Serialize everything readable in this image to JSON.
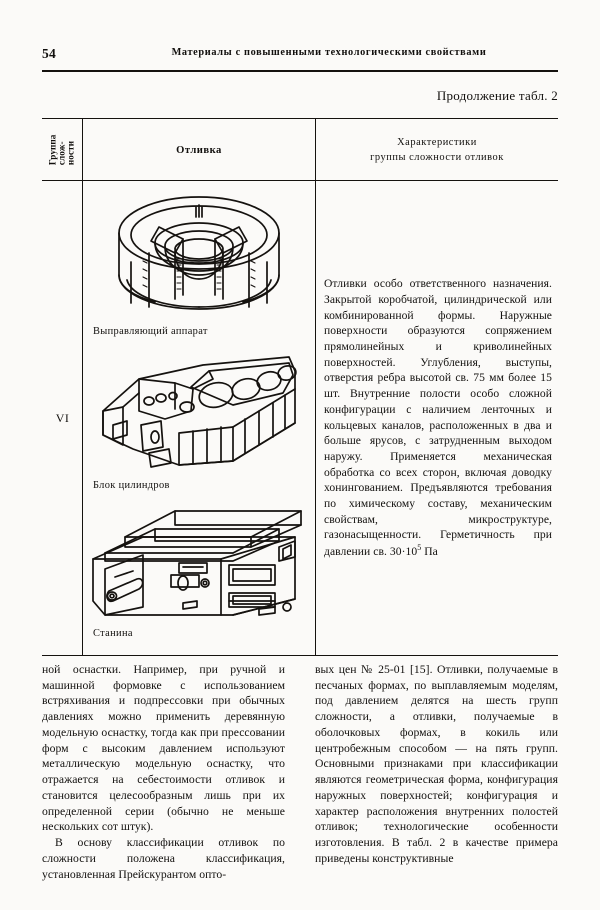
{
  "page": {
    "folio": "54",
    "running_title": "Материалы с повышенными технологическими свойствами",
    "continuation": "Продолжение табл. 2"
  },
  "table": {
    "headers": {
      "group_lines": [
        "Группа",
        "слож-",
        "ности"
      ],
      "casting": "Отливка",
      "characteristics_line1": "Характеристики",
      "characteristics_line2": "группы сложности отливок"
    },
    "row": {
      "group": "VI",
      "figures": [
        {
          "caption": "Выправляющий аппарат",
          "icon": "ring-casting-with-radial-vanes-drawing"
        },
        {
          "caption": "Блок цилиндров",
          "icon": "v-engine-cylinder-block-drawing"
        },
        {
          "caption": "Станина",
          "icon": "machine-tool-bed-drawing"
        }
      ],
      "description": "Отливки особо ответственного назначения. Закрытой коробчатой, цилиндрической или комбинированной формы. Наружные поверхности образуются сопряжением прямолинейных и криволинейных поверхностей. Углубления, выступы, отверстия ребра высотой св. 75 мм более 15 шт. Внутренние полости особо сложной конфигурации с наличием ленточных и кольцевых каналов, расположенных в два и больше ярусов, с затрудненным выходом наружу. Применяется механическая обработка со всех сторон, включая доводку хонингованием. Предъявляются требования по химическому составу, механическим свойствам, микроструктуре, газонасыщенности. Герметичность при давлении св. 30·10",
      "description_sup": "5",
      "description_tail": " Па"
    }
  },
  "body": {
    "left_column": [
      "ной оснастки. Например, при ручной и машинной формовке с использованием встряхивания и подпрессовки при обычных давлениях можно применить деревянную модельную оснастку, тогда как при прессовании форм с высоким давлением используют металлическую модельную оснастку, что отражается на себестоимости отливок и становится целесообразным лишь при их определенной серии (обычно не меньше нескольких сот штук).",
      "В основу классификации отливок по сложности положена классификация, установленная Прейскурантом опто-"
    ],
    "right_column": [
      "вых цен № 25-01 [15]. Отливки, получаемые в песчаных формах, по выплавляемым моделям, под давлением делятся на шесть групп сложности, а отливки, получаемые в оболочковых формах, в кокиль или центробежным способом — на пять групп. Основными признаками при классификации являются геометрическая форма, конфигурация наружных поверхностей; конфигурация и характер расположения внутренних полостей отливок; технологические особенности изготовления. В табл. 2 в качестве примера приведены конструктивные"
    ]
  }
}
